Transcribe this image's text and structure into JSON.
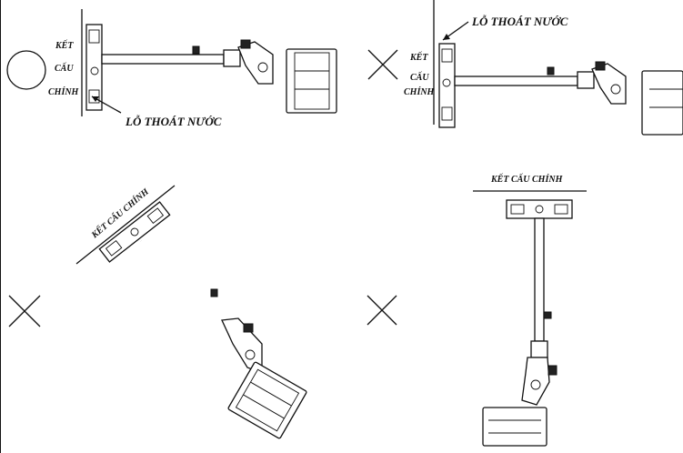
{
  "labels": {
    "structure_lines": [
      "KẾT",
      "CẤU",
      "CHÍNH"
    ],
    "structure_inline": "KẾT CẤU CHÍNH",
    "drain_hole": "LỖ THOÁT NƯỚC"
  },
  "panels": [
    {
      "id": "panel-1",
      "mark": "circle",
      "meaning": "correct"
    },
    {
      "id": "panel-2",
      "mark": "cross",
      "meaning": "incorrect"
    },
    {
      "id": "panel-3",
      "mark": "cross",
      "meaning": "incorrect"
    },
    {
      "id": "panel-4",
      "mark": "cross",
      "meaning": "incorrect"
    }
  ],
  "colors": {
    "line": "#111111",
    "background": "#ffffff"
  }
}
